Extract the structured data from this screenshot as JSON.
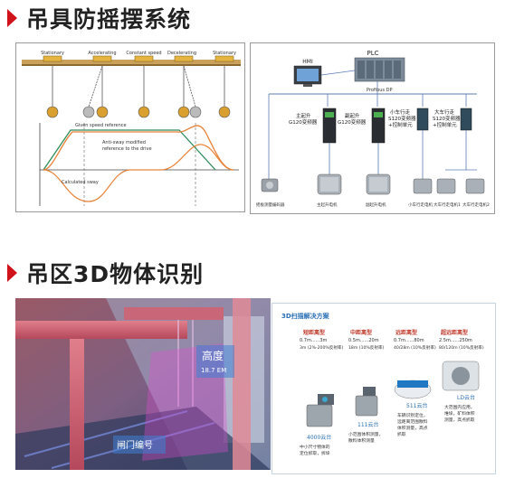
{
  "section1": {
    "title": "吊具防摇摆系统",
    "diagram": {
      "phases": [
        "Stationary",
        "Accelerating",
        "Constant speed",
        "Decelerating",
        "Stationary"
      ],
      "curve_labels": {
        "speed": "Given speed reference",
        "modified": "Anti-sway modified reference to the drive",
        "sway": "Calculated sway"
      }
    },
    "network": {
      "plc": "PLC",
      "hmi": "HMI",
      "bus": "Profibus DP",
      "drives": [
        {
          "l1": "主起升",
          "l2": "G120变频器"
        },
        {
          "l1": "副起升",
          "l2": "G120变频器"
        },
        {
          "l1": "小车行走",
          "l2": "S120变频器",
          "l3": "+控制单元"
        },
        {
          "l1": "大车行走",
          "l2": "S120变频器",
          "l3": "+控制单元"
        }
      ],
      "motors": [
        "摇板测量编码器",
        "主起升电机",
        "副起升电机",
        "小车行走电机",
        "大车行走电机1",
        "大车行走电机2"
      ]
    }
  },
  "section2": {
    "title": "吊区3D物体识别",
    "photo": {
      "height_label": "高度",
      "height_value": "18.7 EM",
      "gate_label": "闸门编号"
    },
    "scan": {
      "title": "3D扫描解决方案",
      "ranges": [
        {
          "name": "短距离型",
          "range": "0.7m......3m",
          "note": "3m (2%-200%反射率)"
        },
        {
          "name": "中距离型",
          "range": "0.5m......20m",
          "note": "18m (10%反射率)"
        },
        {
          "name": "远距离型",
          "range": "0.7m......80m",
          "note": "40/28m (10%反射率)"
        },
        {
          "name": "超远距离型",
          "range": "2.5m......250m",
          "note": "80/120m (10%反射率)"
        }
      ],
      "devices": [
        {
          "name": "4000云台",
          "desc1": "中小尺寸物体的",
          "desc2": "定位抓取，拆垛"
        },
        {
          "name": "111云台",
          "desc1": "小范围体积测量，",
          "desc2": "散料体积测量"
        },
        {
          "name": "511云台",
          "desc1": "车辆识别定位，",
          "desc2": "远距离范围散料",
          "desc3": "体积测量，高点",
          "desc4": "抓取"
        },
        {
          "name": "LD云台",
          "desc1": "大范围内应用，",
          "desc2": "堆垛，矿料体积",
          "desc3": "测量，高点抓取"
        }
      ]
    }
  },
  "colors": {
    "accent": "#d0121b",
    "speed_curve": "#2e8b57",
    "modified_curve": "#e8833a",
    "scan_title": "#2a6fb5",
    "range_name": "#c0392b"
  }
}
